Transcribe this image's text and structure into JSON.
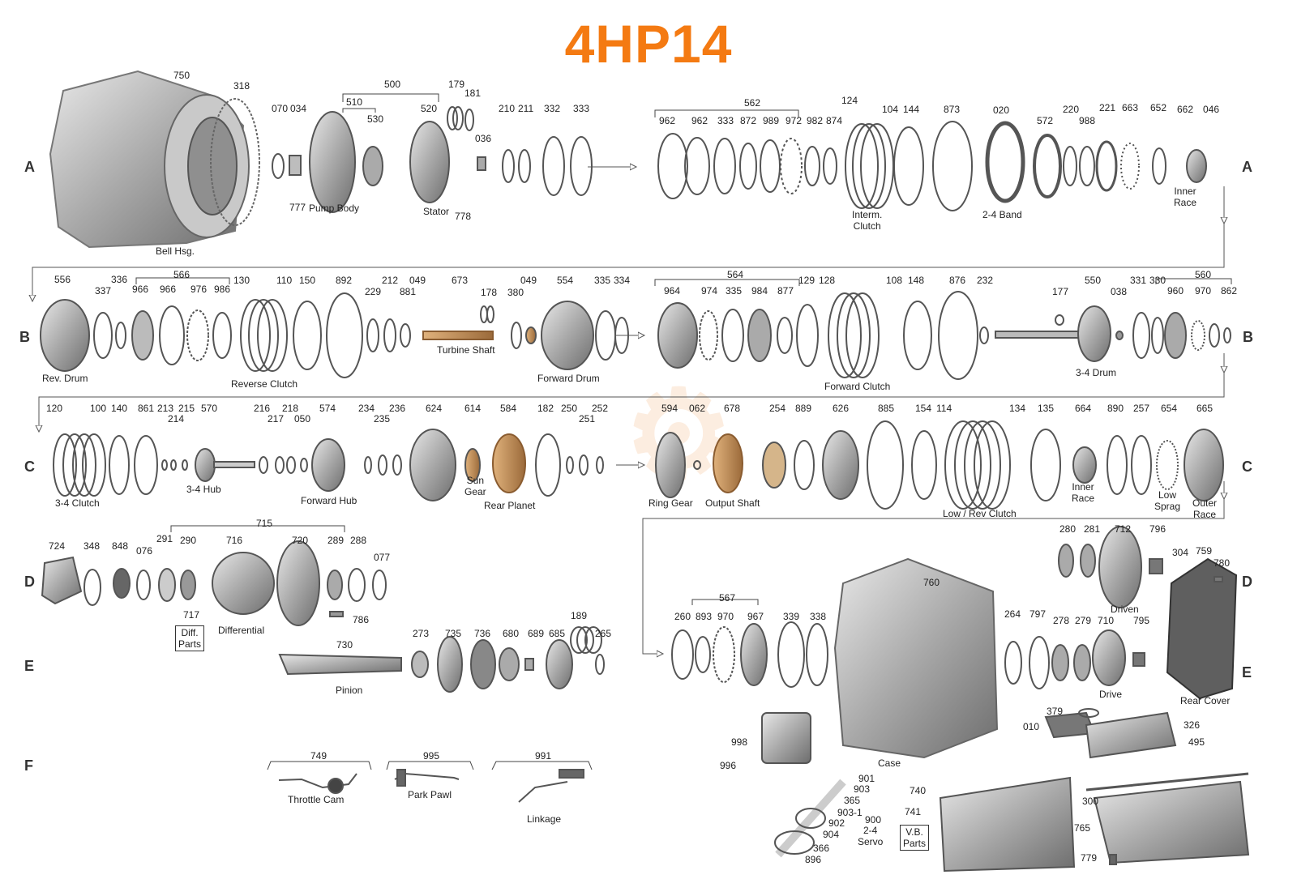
{
  "title": "4HP14",
  "rows": {
    "A": "A",
    "B": "B",
    "C": "C",
    "D": "D",
    "E": "E",
    "F": "F"
  },
  "colors": {
    "title": "#f47a12",
    "line": "#555555",
    "part": "#8a8a8a",
    "bronze": "#c8925a"
  },
  "captions": {
    "bell_hsg": "Bell Hsg.",
    "pump_body": "Pump Body",
    "stator": "Stator",
    "interm_clutch": "Interm.\nClutch",
    "band_24": "2-4 Band",
    "inner_race_a": "Inner\nRace",
    "rev_drum": "Rev. Drum",
    "reverse_clutch": "Reverse Clutch",
    "turbine_shaft": "Turbine Shaft",
    "forward_drum": "Forward Drum",
    "forward_clutch": "Forward Clutch",
    "drum_34": "3-4 Drum",
    "clutch_34": "3-4 Clutch",
    "hub_34": "3-4 Hub",
    "forward_hub": "Forward Hub",
    "sun_gear": "Sun\nGear",
    "rear_planet": "Rear Planet",
    "ring_gear": "Ring Gear",
    "output_shaft": "Output Shaft",
    "low_rev_clutch": "Low / Rev Clutch",
    "inner_race_c": "Inner\nRace",
    "low_sprag": "Low\nSprag",
    "outer_race": "Outer\nRace",
    "diff_parts": "Diff.\nParts",
    "differential": "Differential",
    "pinion": "Pinion",
    "driven": "Driven",
    "drive": "Drive",
    "rear_cover": "Rear Cover",
    "case": "Case",
    "servo_24": "2-4\nServo",
    "vb_parts": "V.B.\nParts",
    "throttle_cam": "Throttle Cam",
    "park_pawl": "Park Pawl",
    "linkage": "Linkage"
  },
  "part_numbers": {
    "row_a": [
      "750",
      "318",
      "070",
      "034",
      "500",
      "510",
      "530",
      "520",
      "179",
      "181",
      "036",
      "777",
      "778",
      "210",
      "211",
      "332",
      "333",
      "562",
      "962",
      "962",
      "333",
      "872",
      "989",
      "972",
      "982",
      "874",
      "124",
      "104",
      "144",
      "873",
      "020",
      "572",
      "220",
      "988",
      "221",
      "663",
      "652",
      "662",
      "046"
    ],
    "row_b": [
      "556",
      "337",
      "336",
      "566",
      "966",
      "966",
      "976",
      "986",
      "130",
      "110",
      "150",
      "892",
      "229",
      "212",
      "881",
      "049",
      "673",
      "178",
      "380",
      "049",
      "554",
      "335",
      "334",
      "564",
      "964",
      "974",
      "335",
      "984",
      "877",
      "129",
      "128",
      "108",
      "148",
      "876",
      "232",
      "177",
      "550",
      "038",
      "331",
      "330",
      "560",
      "960",
      "970",
      "862"
    ],
    "row_c": [
      "120",
      "100",
      "140",
      "861",
      "213",
      "214",
      "215",
      "570",
      "216",
      "217",
      "218",
      "050",
      "574",
      "234",
      "235",
      "236",
      "624",
      "614",
      "584",
      "182",
      "250",
      "251",
      "252",
      "594",
      "062",
      "678",
      "254",
      "889",
      "626",
      "885",
      "154",
      "114",
      "134",
      "135",
      "664",
      "890",
      "257",
      "654",
      "665"
    ],
    "row_d": [
      "724",
      "348",
      "848",
      "076",
      "291",
      "290",
      "715",
      "716",
      "720",
      "289",
      "288",
      "077",
      "717",
      "786",
      "280",
      "281",
      "712",
      "796",
      "304",
      "759",
      "780"
    ],
    "row_e": [
      "730",
      "273",
      "735",
      "736",
      "680",
      "689",
      "685",
      "189",
      "265",
      "567",
      "260",
      "893",
      "970",
      "967",
      "339",
      "338",
      "760",
      "264",
      "797",
      "278",
      "279",
      "710",
      "795"
    ],
    "row_f": [
      "749",
      "995",
      "991",
      "998",
      "996",
      "901",
      "903",
      "365",
      "903-1",
      "902",
      "904",
      "366",
      "896",
      "900",
      "741",
      "740",
      "379",
      "010",
      "326",
      "495",
      "300",
      "765",
      "779"
    ]
  }
}
